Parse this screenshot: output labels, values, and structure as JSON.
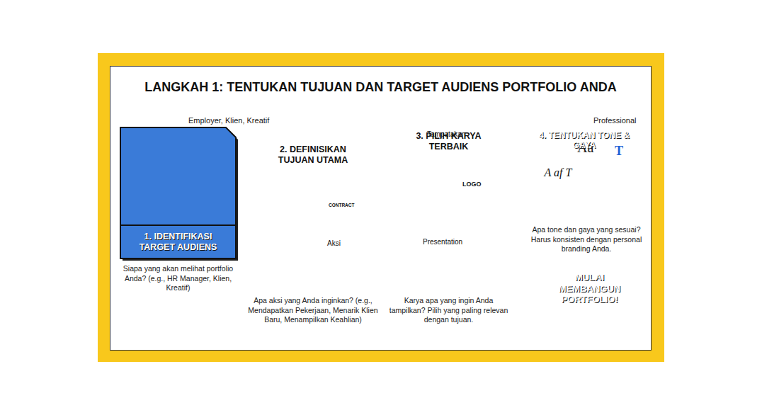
{
  "diagram": {
    "title": "LANGKAH 1: TENTUKAN TUJUAN DAN TARGET AUDIENS PORTFOLIO ANDA",
    "nodes": [
      {
        "text": [
          "Employer, Klien, Kreatif",
          "1. IDENTIFIKASI TARGET AUDIENS",
          "Siapa yang akan melihat portfolio Anda? (e.g., HR Manager, Klien, Kreatif)"
        ]
      },
      {
        "text": [
          "CONTRACT",
          "Aksi",
          "2. DEFINISIKAN TUJUAN UTAMA",
          "Apa aksi yang Anda inginkan? (e.g., Mendapatkan Pekerjaan, Menarik Klien Baru, Menampilkan Keahlian)"
        ]
      },
      {
        "text": [
          "Tampatakan",
          "LOGO",
          "Presentation",
          "3. PILIH KARYA TERBAIK",
          "Karya apa yang ingin Anda tampilkan? Pilih yang paling relevan dengan tujuan."
        ]
      },
      {
        "text": [
          "Professional",
          "Aa",
          "T",
          "A af T",
          "4. TENTUKAN TONE & GAYA",
          "Apa tone dan gaya yang sesuai? Harus konsisten dengan personal branding Anda."
        ]
      },
      {
        "text": [
          "MULAI MEMBANGUN PORTFOLIO!"
        ]
      }
    ],
    "edges": [
      {
        "from": 0,
        "to": 1,
        "arrow": "to"
      },
      {
        "from": 1,
        "to": 2,
        "arrow": "to"
      },
      {
        "from": 1,
        "to": 2,
        "arrow": "to"
      },
      {
        "from": 2,
        "to": 3,
        "arrow": "to"
      },
      {
        "from": 2,
        "to": 4,
        "arrow": "to"
      }
    ]
  }
}
